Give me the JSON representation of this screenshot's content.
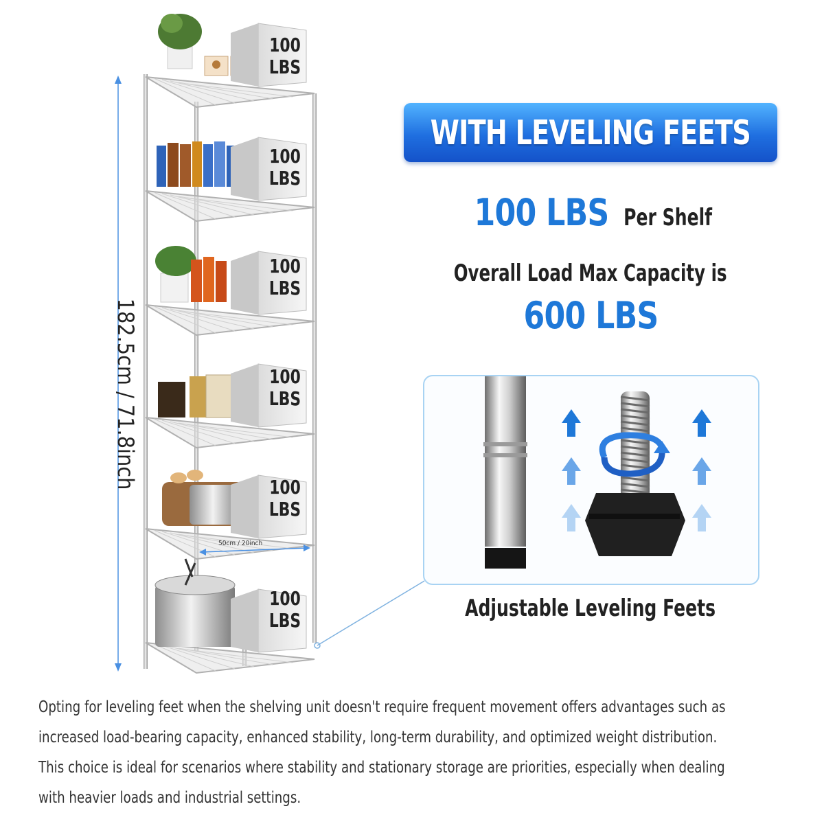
{
  "banner": {
    "title": "WITH LEVELING FEETS"
  },
  "capacity": {
    "per_shelf_value": "100 LBS",
    "per_shelf_label": "Per Shelf",
    "overall_label": "Overall Load Max Capacity is",
    "overall_value": "600 LBS"
  },
  "feet_panel": {
    "caption": "Adjustable Leveling Feets"
  },
  "shelf": {
    "height_label": "182.5cm / 71.8inch",
    "width_label": "50cm / 20inch",
    "load_cards": [
      {
        "line1": "100",
        "line2": "LBS"
      },
      {
        "line1": "100",
        "line2": "LBS"
      },
      {
        "line1": "100",
        "line2": "LBS"
      },
      {
        "line1": "100",
        "line2": "LBS"
      },
      {
        "line1": "100",
        "line2": "LBS"
      },
      {
        "line1": "100",
        "line2": "LBS"
      }
    ]
  },
  "description": {
    "lines": [
      "Opting for leveling feet when the shelving unit doesn't require frequent movement offers advantages such as",
      "increased load-bearing capacity, enhanced stability, long-term durability, and optimized weight distribution.",
      "This choice is ideal for scenarios where stability and stationary storage are priorities, especially when dealing",
      "with heavier loads and industrial settings."
    ]
  },
  "colors": {
    "accent_blue": "#1e78d8",
    "banner_top": "#52b3ff",
    "banner_bottom": "#1452c9",
    "panel_border": "#a8d3f3"
  },
  "icons": [
    "height-arrow-icon",
    "up-arrow-icon",
    "rotate-arrow-icon",
    "leveling-foot-icon"
  ]
}
